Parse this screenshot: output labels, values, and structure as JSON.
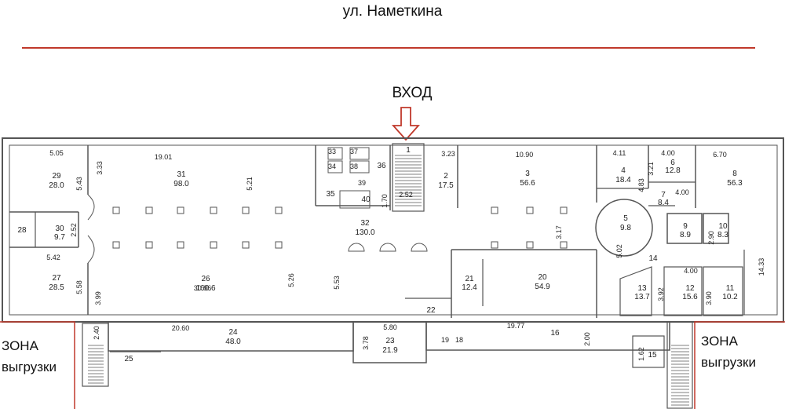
{
  "street": "ул. Наметкина",
  "entrance": "ВХОД",
  "zones": {
    "left": [
      "ЗОНА",
      "выгрузки"
    ],
    "right": [
      "ЗОНА",
      "выгрузки"
    ]
  },
  "colors": {
    "accent_red": "#c0392b",
    "arrow": "#c0392b",
    "wall": "#555555"
  },
  "rooms": [
    {
      "id": "29",
      "area": "28.0"
    },
    {
      "id": "31",
      "area": "98.0"
    },
    {
      "id": "28",
      "area": ""
    },
    {
      "id": "30",
      "area": "9.7"
    },
    {
      "id": "27",
      "area": "28.5"
    },
    {
      "id": "26",
      "area": "160.6"
    },
    {
      "id": "32",
      "area": "130.0"
    },
    {
      "id": "40",
      "area": ""
    },
    {
      "id": "35",
      "area": ""
    },
    {
      "id": "36",
      "area": ""
    },
    {
      "id": "1",
      "area": ""
    },
    {
      "id": "2",
      "area": "17.5"
    },
    {
      "id": "3",
      "area": "56.6"
    },
    {
      "id": "4",
      "area": "18.4"
    },
    {
      "id": "6",
      "area": "12.8"
    },
    {
      "id": "7",
      "area": "8.4"
    },
    {
      "id": "8",
      "area": "56.3"
    },
    {
      "id": "5",
      "area": "9.8"
    },
    {
      "id": "9",
      "area": "8.9"
    },
    {
      "id": "10",
      "area": "8.3"
    },
    {
      "id": "21",
      "area": "12.4"
    },
    {
      "id": "20",
      "area": "54.9"
    },
    {
      "id": "13",
      "area": "13.7"
    },
    {
      "id": "12",
      "area": "15.6"
    },
    {
      "id": "11",
      "area": "10.2"
    },
    {
      "id": "14",
      "area": ""
    },
    {
      "id": "22",
      "area": ""
    },
    {
      "id": "24",
      "area": "48.0"
    },
    {
      "id": "23",
      "area": "21.9"
    },
    {
      "id": "16",
      "area": ""
    },
    {
      "id": "25",
      "area": ""
    },
    {
      "id": "15",
      "area": ""
    },
    {
      "id": "19",
      "area": ""
    },
    {
      "id": "18",
      "area": ""
    },
    {
      "id": "37",
      "area": ""
    },
    {
      "id": "38",
      "area": ""
    },
    {
      "id": "34",
      "area": ""
    },
    {
      "id": "33",
      "area": ""
    },
    {
      "id": "39",
      "area": ""
    }
  ],
  "dimensions": [
    "5.05",
    "19.01",
    "3.33",
    "5.43",
    "5.21",
    "2.52",
    "5.42",
    "3.99",
    "5.58",
    "30.96",
    "5.26",
    "5.53",
    "3.23",
    "10.90",
    "4.11",
    "4.00",
    "3.21",
    "6.70",
    "4.83",
    "4.00",
    "3.17",
    "1.70",
    "2.52",
    "2.90",
    "5.02",
    "14.33",
    "4.00",
    "3.92",
    "3.90",
    "20.60",
    "2.40",
    "5.80",
    "3.78",
    "19.77",
    "2.00",
    "1.62"
  ]
}
